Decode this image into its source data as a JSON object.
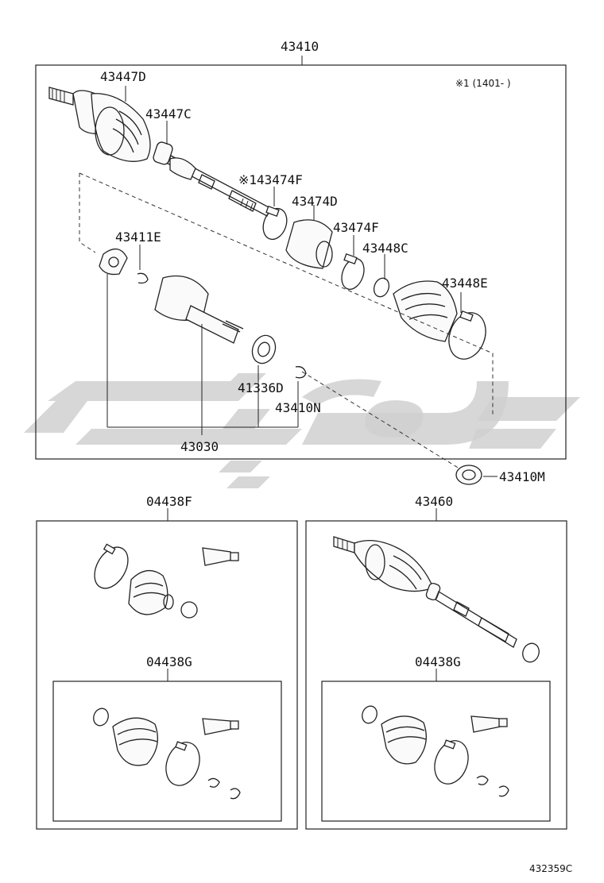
{
  "diagram": {
    "main_assembly_label": "43410",
    "applicability_note": "※1 (1401-    )",
    "parts": {
      "outer_joint": "43447D",
      "outer_boot_clamp": "43447C",
      "damper_clamp_marked": "※143474F",
      "damper": "43474D",
      "damper_clamp": "43474F",
      "inner_boot_clamp_small": "43448C",
      "inner_boot_clamp_large": "43448E",
      "tripod": "43411E",
      "dust_seal": "41336D",
      "snap_ring": "43410N",
      "inner_joint": "43030",
      "deflector": "43410M"
    },
    "kit_left_label": "04438F",
    "kit_left_inner_label": "04438G",
    "kit_right_label": "43460",
    "kit_right_inner_label": "04438G",
    "figure_number": "432359C"
  }
}
